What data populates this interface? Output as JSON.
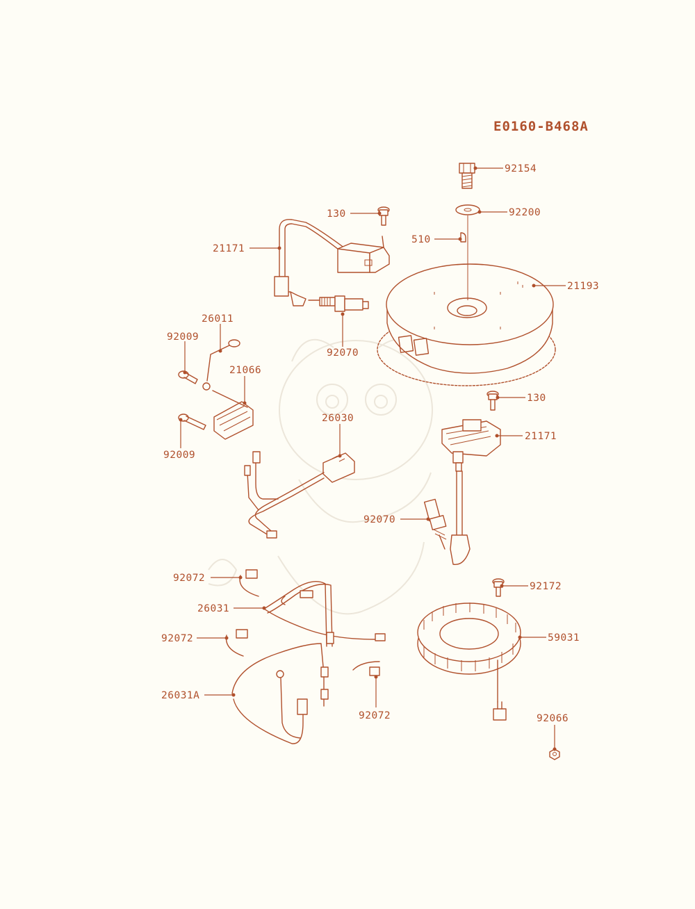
{
  "diagram": {
    "code": "E0160-B468A",
    "parts": [
      {
        "id": "92154",
        "label": "92154"
      },
      {
        "id": "92200",
        "label": "92200"
      },
      {
        "id": "510",
        "label": "510"
      },
      {
        "id": "130-top",
        "label": "130"
      },
      {
        "id": "21171-top",
        "label": "21171"
      },
      {
        "id": "21193",
        "label": "21193"
      },
      {
        "id": "92070-top",
        "label": "92070"
      },
      {
        "id": "26011",
        "label": "26011"
      },
      {
        "id": "92009-top",
        "label": "92009"
      },
      {
        "id": "21066",
        "label": "21066"
      },
      {
        "id": "92009-bottom",
        "label": "92009"
      },
      {
        "id": "26030",
        "label": "26030"
      },
      {
        "id": "130-right",
        "label": "130"
      },
      {
        "id": "21171-right",
        "label": "21171"
      },
      {
        "id": "92070-right",
        "label": "92070"
      },
      {
        "id": "92072-a",
        "label": "92072"
      },
      {
        "id": "26031",
        "label": "26031"
      },
      {
        "id": "92072-b",
        "label": "92072"
      },
      {
        "id": "26031A",
        "label": "26031A"
      },
      {
        "id": "92072-c",
        "label": "92072"
      },
      {
        "id": "92172",
        "label": "92172"
      },
      {
        "id": "59031",
        "label": "59031"
      },
      {
        "id": "92066",
        "label": "92066"
      }
    ]
  },
  "colors": {
    "line": "#b0502c",
    "paper": "#fefdf6",
    "watermark": "#ece6da"
  }
}
